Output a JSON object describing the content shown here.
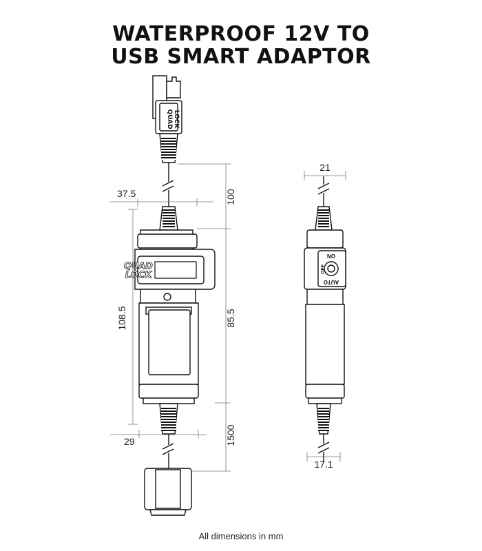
{
  "title": {
    "line1": "WATERPROOF 12V TO",
    "line2": "USB SMART ADAPTOR"
  },
  "dimensions": {
    "top_connector_width": "37.5",
    "top_cable_length": "100",
    "body_length": "108.5",
    "body_section": "85.5",
    "bottom_connector_width": "29",
    "bottom_cable_length": "1500",
    "side_width": "21",
    "side_bottom_width": "17.1"
  },
  "labels": {
    "brand_line1": "QUAD",
    "brand_line2": "LOCK",
    "switch_on": "ON",
    "switch_off": "OFF",
    "switch_auto": "AUTO"
  },
  "footnote": "All dimensions in mm"
}
